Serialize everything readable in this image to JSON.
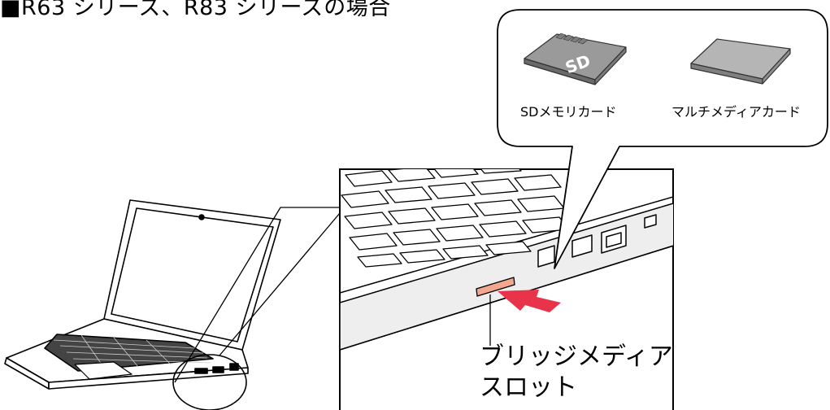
{
  "heading": "■R63 シリーズ、R83 シリーズの場合",
  "cards": [
    {
      "label": "SDメモリカード",
      "icon": "sd-card-icon"
    },
    {
      "label": "マルチメディアカード",
      "icon": "multimedia-card-icon"
    }
  ],
  "slot_label": {
    "line1": "ブリッジメディア",
    "line2": "スロット"
  },
  "colors": {
    "slot": "#f2a78e",
    "arrow": "#e8334a",
    "line": "#000000",
    "card": "#d6d6d6"
  }
}
